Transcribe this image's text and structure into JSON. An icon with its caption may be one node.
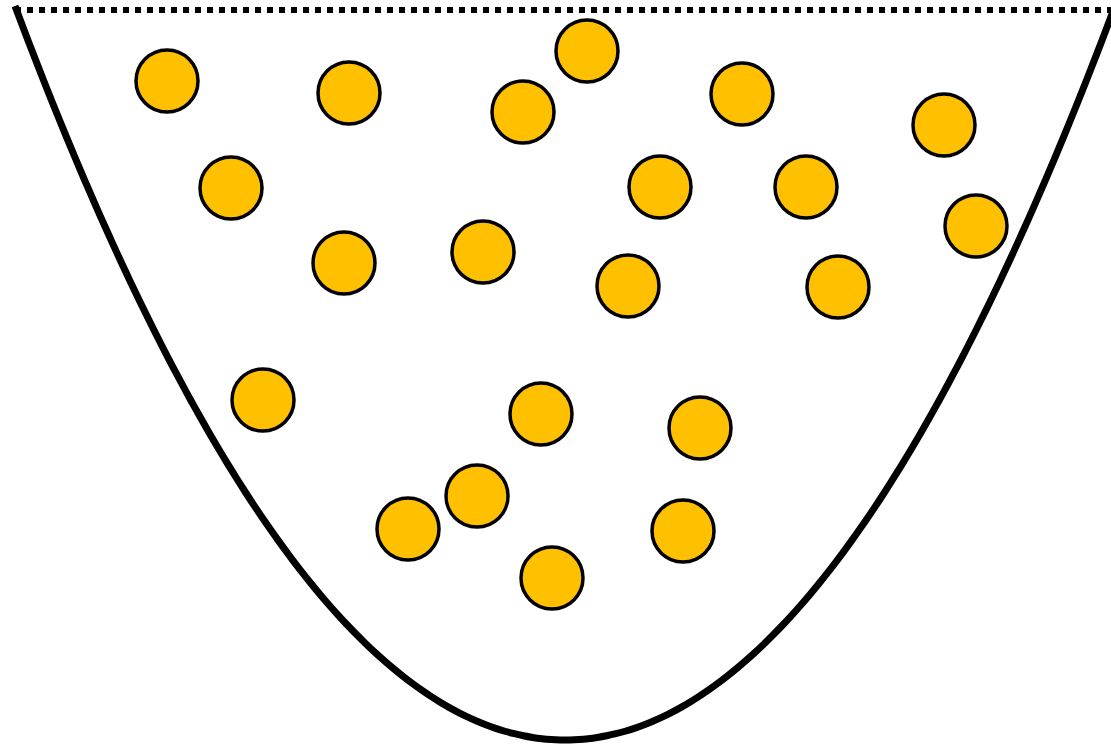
{
  "diagram": {
    "nodes": [
      {
        "text": [],
        "shape": "circle"
      },
      {
        "text": [],
        "shape": "circle"
      },
      {
        "text": [],
        "shape": "circle"
      },
      {
        "text": [],
        "shape": "circle"
      },
      {
        "text": [],
        "shape": "circle"
      },
      {
        "text": [],
        "shape": "circle"
      },
      {
        "text": [],
        "shape": "circle"
      },
      {
        "text": [],
        "shape": "circle"
      },
      {
        "text": [],
        "shape": "circle"
      },
      {
        "text": [],
        "shape": "circle"
      },
      {
        "text": [],
        "shape": "circle"
      },
      {
        "text": [],
        "shape": "circle"
      },
      {
        "text": [],
        "shape": "circle"
      },
      {
        "text": [],
        "shape": "circle"
      },
      {
        "text": [],
        "shape": "circle"
      },
      {
        "text": [],
        "shape": "circle"
      },
      {
        "text": [],
        "shape": "circle"
      },
      {
        "text": [],
        "shape": "circle"
      },
      {
        "text": [],
        "shape": "circle"
      },
      {
        "text": [],
        "shape": "circle"
      },
      {
        "text": [],
        "shape": "circle"
      }
    ]
  }
}
